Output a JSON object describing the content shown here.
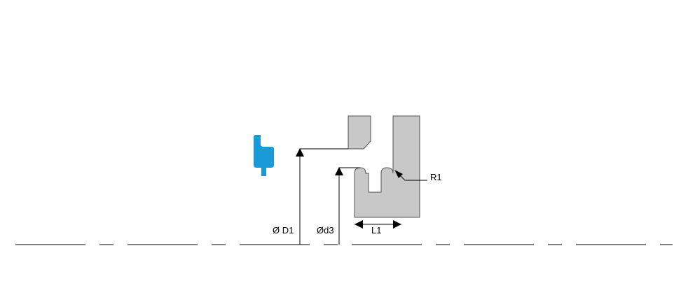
{
  "diagram": {
    "labels": {
      "outer_diameter": "Ø D1",
      "inner_diameter": "Ød3",
      "length": "L1",
      "radius": "R1"
    },
    "colors": {
      "part_fill": "#c8c8c8",
      "part_stroke": "#555555",
      "icon_fill": "#1a9ad6",
      "line": "#000000"
    }
  }
}
